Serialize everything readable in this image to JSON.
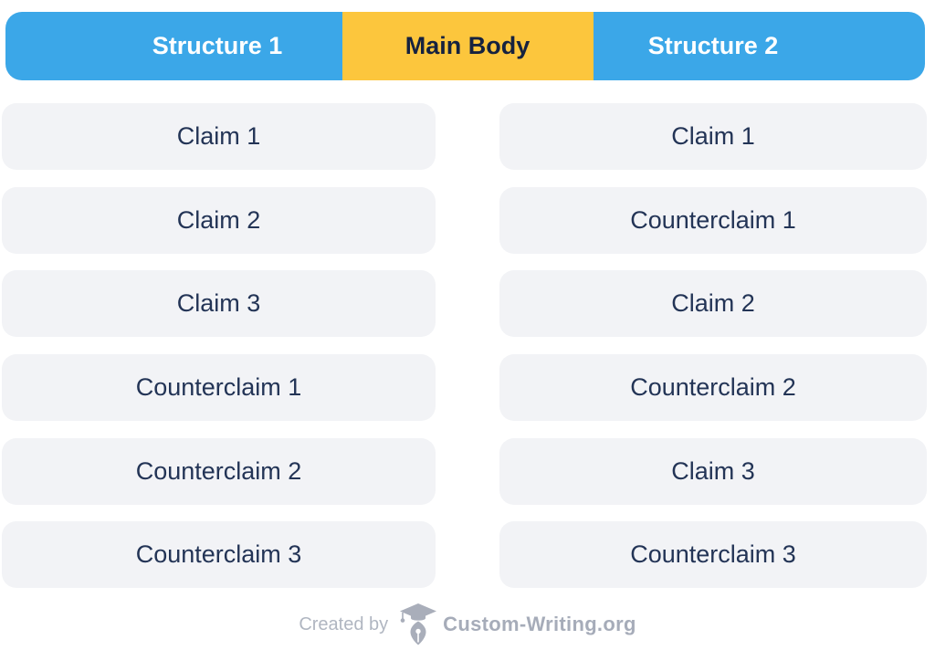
{
  "colors": {
    "background": "#FFFFFF",
    "blue": "#3BA7E8",
    "yellow": "#FCC63D",
    "header_text_light": "#FFFFFF",
    "header_text_dark": "#16223F",
    "row_bg": "#F2F3F6",
    "row_text": "#233456",
    "created_by_text": "#B0B6C1",
    "brand_text": "#A6ACB9",
    "logo_gray": "#A9AEBA"
  },
  "header": {
    "segments": [
      {
        "label": "Structure 1",
        "bg": "#3BA7E8",
        "text_color": "#FFFFFF"
      },
      {
        "label": "Main Body",
        "bg": "#FCC63D",
        "text_color": "#16223F"
      },
      {
        "label": "Structure 2",
        "bg": "#3BA7E8",
        "text_color": "#FFFFFF"
      }
    ]
  },
  "columns": {
    "left": {
      "rows": [
        "Claim 1",
        "Claim 2",
        "Claim 3",
        "Counterclaim 1",
        "Counterclaim 2",
        "Counterclaim 3"
      ]
    },
    "right": {
      "rows": [
        "Claim 1",
        "Counterclaim 1",
        "Claim 2",
        "Counterclaim 2",
        "Claim 3",
        "Counterclaim 3"
      ]
    }
  },
  "footer": {
    "created_by": "Created by",
    "brand": "Custom-Writing.org",
    "logo_icon": "graduation-cap-pen-nib"
  }
}
